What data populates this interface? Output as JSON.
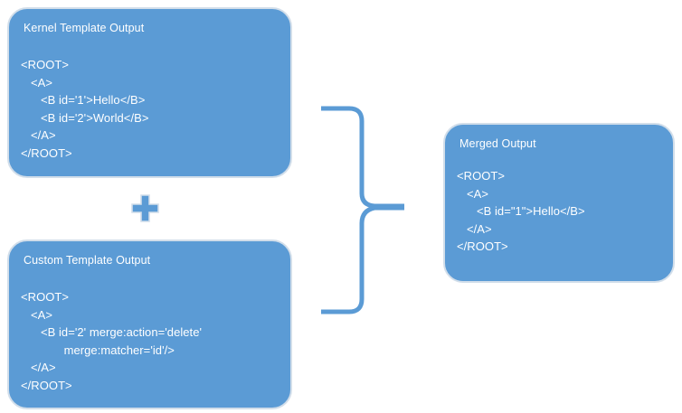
{
  "diagram": {
    "background_color": "#ffffff",
    "box_fill_color": "#5B9BD5",
    "box_border_color": "#D2DEEA",
    "connector_color": "#5B9BD5",
    "text_color": "#FFFFFF"
  },
  "boxes": {
    "kernel": {
      "title": "Kernel Template Output",
      "code": "<ROOT>\n   <A>\n      <B id='1'>Hello</B>\n      <B id='2'>World</B>\n   </A>\n</ROOT>"
    },
    "custom": {
      "title": "Custom Template Output",
      "code": "<ROOT>\n   <A>\n      <B id='2' merge:action='delete'\n             merge:matcher='id'/>\n   </A>\n</ROOT>"
    },
    "merged": {
      "title": "Merged Output",
      "code": "<ROOT>\n   <A>\n      <B id=\"1\">Hello</B>\n   </A>\n</ROOT>"
    }
  },
  "connectors": {
    "plus_symbol": "+",
    "plus_icon_name": "plus-icon",
    "brace_icon_name": "right-curly-brace-icon"
  }
}
